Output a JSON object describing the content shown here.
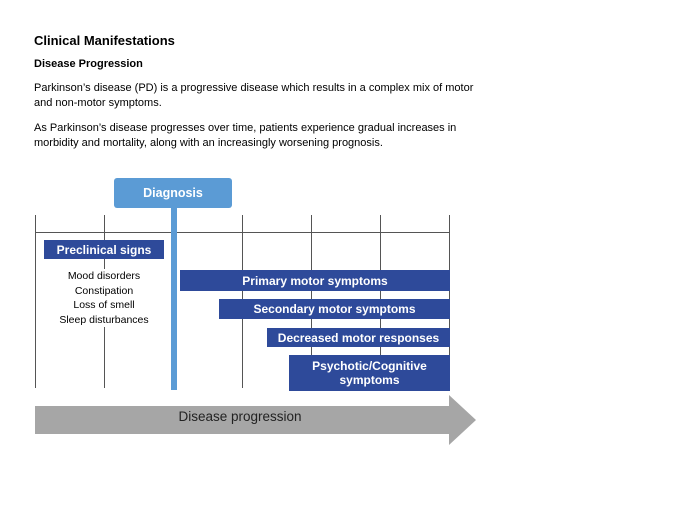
{
  "header": {
    "title": "Clinical Manifestations",
    "subtitle": "Disease Progression"
  },
  "body": {
    "paragraph_1": "Parkinson’s disease (PD) is a progressive disease which results in a complex mix of motor and non-motor symptoms.",
    "paragraph_2": "As Parkinson’s disease progresses over time, patients experience gradual increases in morbidity and mortality, along with an increasingly worsening prognosis."
  },
  "diagram": {
    "diagnosis_label": "Diagnosis",
    "preclinical": {
      "label": "Preclinical signs",
      "items": [
        "Mood disorders",
        "Constipation",
        "Loss of smell",
        "Sleep disturbances"
      ]
    },
    "stages": {
      "primary": "Primary motor symptoms",
      "secondary": "Secondary motor symptoms",
      "decreased": "Decreased motor responses",
      "psychotic": "Psychotic/Cognitive symptoms"
    },
    "axis_label": "Disease progression",
    "colors": {
      "diagnosis": "#5b9bd5",
      "stage_bars": "#2e4a9a",
      "arrow": "#a6a6a6"
    }
  }
}
